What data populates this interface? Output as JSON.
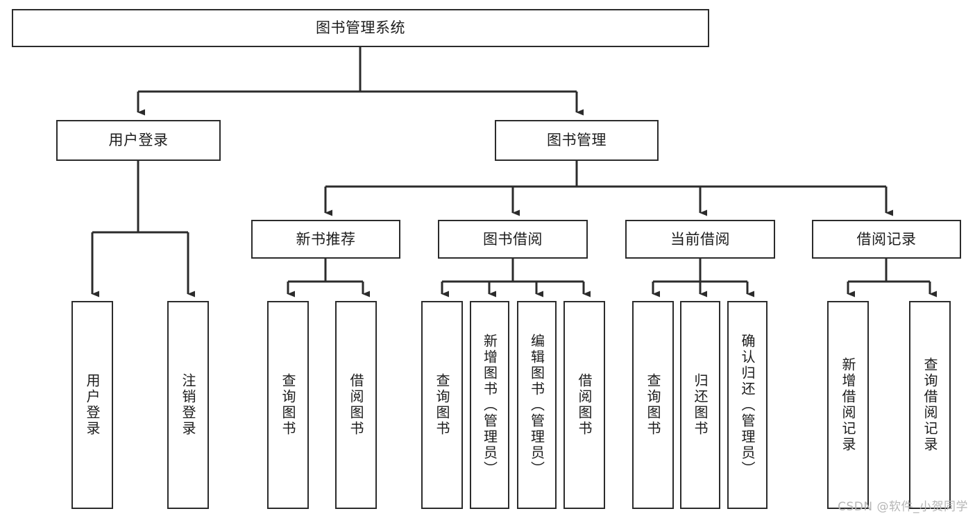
{
  "diagram": {
    "title": "图书管理系统",
    "watermark": "CSDN @软件_小贺同学",
    "stroke_color": "#2b2b2b",
    "fill_color": "#ffffff",
    "text_color": "#1c1c1c",
    "nodes": {
      "root": "图书管理系统",
      "l2_user_login": "用户登录",
      "l2_book_manage": "图书管理",
      "l3_new_book": "新书推荐",
      "l3_borrow": "图书借阅",
      "l3_current_borrow": "当前借阅",
      "l3_borrow_record": "借阅记录",
      "leaf_user_login": "用户登录",
      "leaf_logout": "注销登录",
      "leaf_query_book_1": "查询图书",
      "leaf_borrow_book_1": "借阅图书",
      "leaf_query_book_2": "查询图书",
      "leaf_add_book_admin": "新增图书（管理员）",
      "leaf_edit_book_admin": "编辑图书（管理员）",
      "leaf_borrow_book_2": "借阅图书",
      "leaf_query_book_3": "查询图书",
      "leaf_return_book": "归还图书",
      "leaf_confirm_return_admin": "确认归还（管理员）",
      "leaf_add_record": "新增借阅记录",
      "leaf_query_record": "查询借阅记录"
    }
  }
}
